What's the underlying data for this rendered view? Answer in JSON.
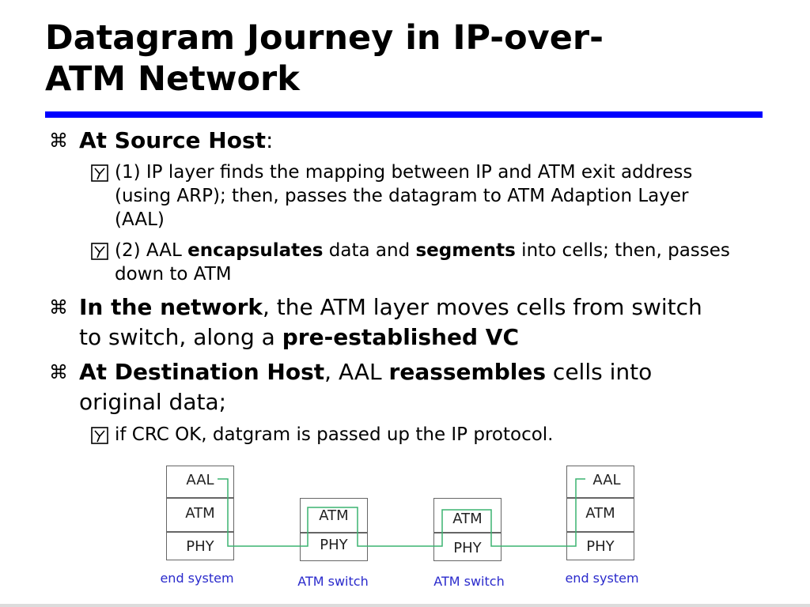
{
  "slide": {
    "title_line1": "Datagram Journey in IP-over-",
    "title_line2": "ATM Network"
  },
  "bullets": {
    "b1_bold": "At Source Host",
    "b1_rest": ":",
    "s1": "(1) IP layer finds the mapping between IP and ATM exit address (using ARP); then, passes the datagram to ATM Adaption Layer (AAL)",
    "s2_a": "(2) AAL ",
    "s2_b": "encapsulates",
    "s2_c": " data and ",
    "s2_d": "segments",
    "s2_e": " into cells; then, passes down to ATM",
    "b2_bold": "In the network",
    "b2_a": ", the ATM layer moves cells from switch to switch, along a ",
    "b2_b": "pre-established VC",
    "b3_bold": "At Destination Host",
    "b3_a": ", AAL  ",
    "b3_b": "reassembles",
    "b3_c": " cells into original data;",
    "s3": "if CRC OK, datgram is passed up the IP protocol."
  },
  "diagram": {
    "end_left": {
      "layers": [
        "AAL",
        "ATM",
        "PHY"
      ],
      "caption": "end system"
    },
    "switch1": {
      "layers": [
        "ATM",
        "PHY"
      ],
      "caption": "ATM switch"
    },
    "switch2": {
      "layers": [
        "ATM",
        "PHY"
      ],
      "caption": "ATM switch"
    },
    "end_right": {
      "layers": [
        "AAL",
        "ATM",
        "PHY"
      ],
      "caption": "end system"
    },
    "path_color": "#3cb371",
    "caption_color": "#2a2acc"
  },
  "colors": {
    "rule": "#0000ff"
  },
  "icons": {
    "main_bullet": "z-bullet-glyph",
    "sub_bullet": "y-box-glyph"
  }
}
